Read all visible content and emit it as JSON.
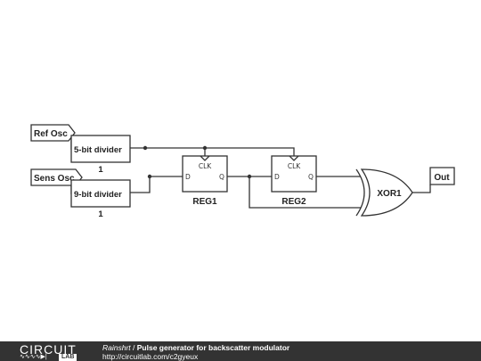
{
  "components": {
    "ref_osc": "Ref Osc",
    "sens_osc": "Sens Osc",
    "div5": {
      "label": "5-bit divider",
      "value": "1"
    },
    "div9": {
      "label": "9-bit divider",
      "value": "1"
    },
    "reg1": {
      "name": "REG1",
      "clk": "CLK",
      "d": "D",
      "q": "Q"
    },
    "reg2": {
      "name": "REG2",
      "clk": "CLK",
      "d": "D",
      "q": "Q"
    },
    "xor": "XOR1",
    "out": "Out"
  },
  "footer": {
    "logo_top": "CIRCUIT",
    "logo_bottom": "LAB",
    "author": "Rainshrt",
    "separator": " / ",
    "title": "Pulse generator for backscatter modulator",
    "url": "http://circuitlab.com/c2gyeux"
  }
}
